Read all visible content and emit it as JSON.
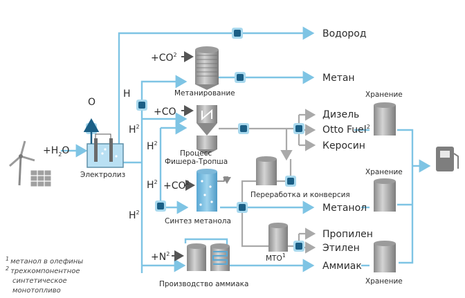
{
  "products": {
    "hydrogen": "Водород",
    "methane": "Метан",
    "diesel": "Дизель",
    "otto_fuel": "Otto Fuel",
    "otto_sup": "2",
    "kerosene": "Керосин",
    "methanol": "Метанол",
    "propylene": "Пропилен",
    "ethylene": "Этилен",
    "ammonia": "Аммиак"
  },
  "processes": {
    "methanation": "Метанирование",
    "fischer_1": "Процесс",
    "fischer_2": "Фишера-Тропша",
    "methanol_synthesis": "Синтез метанола",
    "processing": "Переработка и конверсия",
    "mto": "MTO",
    "mto_sup": "1",
    "ammonia_production": "Производство аммиака",
    "electrolysis": "Электролиз"
  },
  "storage": "Хранение",
  "inputs": {
    "co2_a": "+CO",
    "co2_a_sup": "2",
    "co": "+CO",
    "co2_b": "+CO",
    "co2_b_sup": "2",
    "n2": "+N",
    "n2_sup": "2",
    "water_plus": "+H",
    "water_sub": "2",
    "water_o": "O",
    "oxygen": "O"
  },
  "stream_labels": {
    "h": "H",
    "h2_a": "H",
    "h2_a_sup": "2",
    "h2_b": "H",
    "h2_b_sup": "2",
    "h2_c": "H",
    "h2_c_sup": "2",
    "h2_d": "H",
    "h2_d_sup": "2"
  },
  "footnotes": [
    {
      "num": "1",
      "text": "метанол в олефины"
    },
    {
      "num": "2",
      "text": "трехкомпонентное"
    },
    {
      "num": "",
      "text": "синтетическое"
    },
    {
      "num": "",
      "text": "монотопливо"
    }
  ],
  "colors": {
    "pipe": "#7ec4e4",
    "node": "#1b5f86",
    "node_halo": "#a9d9ee",
    "gray_pipe": "#a9a9a9",
    "text": "#2b2b2b"
  }
}
